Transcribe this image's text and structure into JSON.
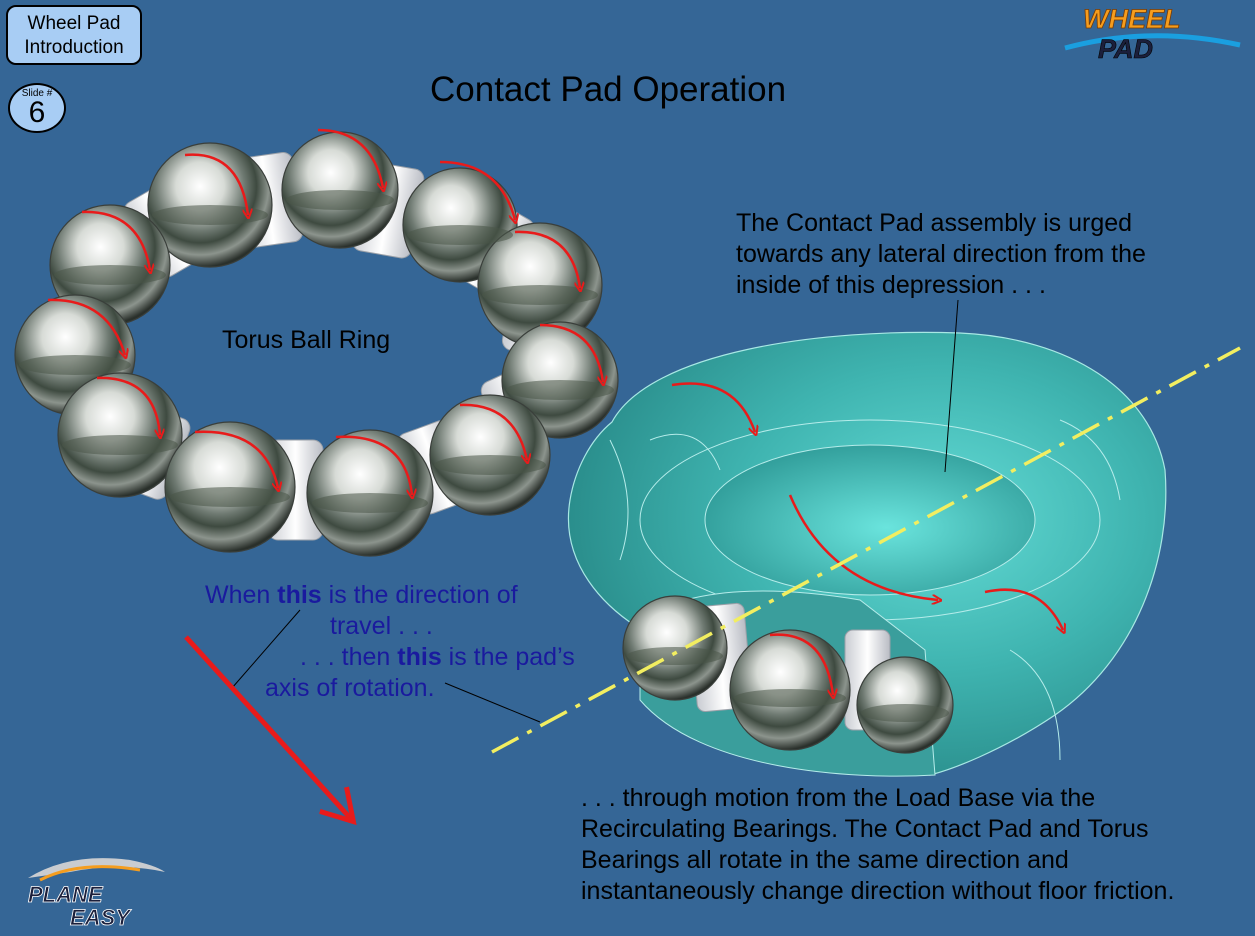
{
  "header": {
    "label_line1": "Wheel Pad",
    "label_line2": "Introduction",
    "slide_caption": "Slide #",
    "slide_number": "6",
    "title": "Contact Pad Operation"
  },
  "logos": {
    "top_right_line1": "WHEEL",
    "top_right_line2": "PAD",
    "bottom_left_line1": "PLANE",
    "bottom_left_line2": "EASY"
  },
  "labels": {
    "ring": "Torus Ball Ring",
    "pad_top": "The Contact Pad assembly is urged towards any lateral direction from the inside of this depression . . .",
    "pad_bottom": ". . . through motion from the Load Base via the Recirculating Bearings.  The Contact Pad and Torus Bearings all rotate in the same direction and instantaneously change direction without floor friction.",
    "travel_a": "When ",
    "travel_b": "this",
    "travel_c": " is the direction of",
    "travel_d": "travel . . .",
    "axis_a": ". . . then ",
    "axis_b": "this",
    "axis_c": " is the pad’s",
    "axis_d": "axis of rotation."
  },
  "colors": {
    "background": "#356696",
    "box": "#a8cdf4",
    "pad": "#3fb8b4",
    "arrow": "#e81b1b",
    "axis": "#f2ee60",
    "annotation_text": "#1a1a9e"
  }
}
